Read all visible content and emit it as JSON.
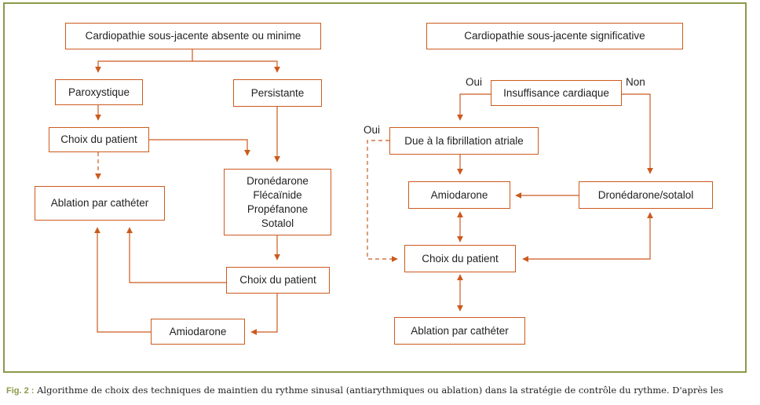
{
  "left": {
    "top_box": "Cardiopathie sous-jacente absente ou minime",
    "paroxystique": "Paroxystique",
    "persistante": "Persistante",
    "choix_patient_1": "Choix du patient",
    "ablation": "Ablation par cathéter",
    "drugs": [
      "Dronédarone",
      "Flécaïnide",
      "Propéfanone",
      "Sotalol"
    ],
    "choix_patient_2": "Choix du patient",
    "amiodarone": "Amiodarone"
  },
  "right": {
    "top_box": "Cardiopathie sous-jacente significative",
    "oui_1": "Oui",
    "non": "Non",
    "insuffisance": "Insuffisance cardiaque",
    "oui_2": "Oui",
    "due_fa": "Due à la fibrillation atriale",
    "amiodarone": "Amiodarone",
    "dronedarone_sotalol": "Dronédarone/sotalol",
    "choix_patient": "Choix du patient",
    "ablation": "Ablation par cathéter"
  },
  "caption": {
    "fig": "Fig. 2 :",
    "text": " Algorithme de choix des techniques de maintien du rythme sinusal (antiarythmiques ou ablation) dans la stratégie de contrôle du rythme. D'après les"
  },
  "colors": {
    "arrow": "#cc5a1e",
    "frame": "#8a9a4a"
  }
}
